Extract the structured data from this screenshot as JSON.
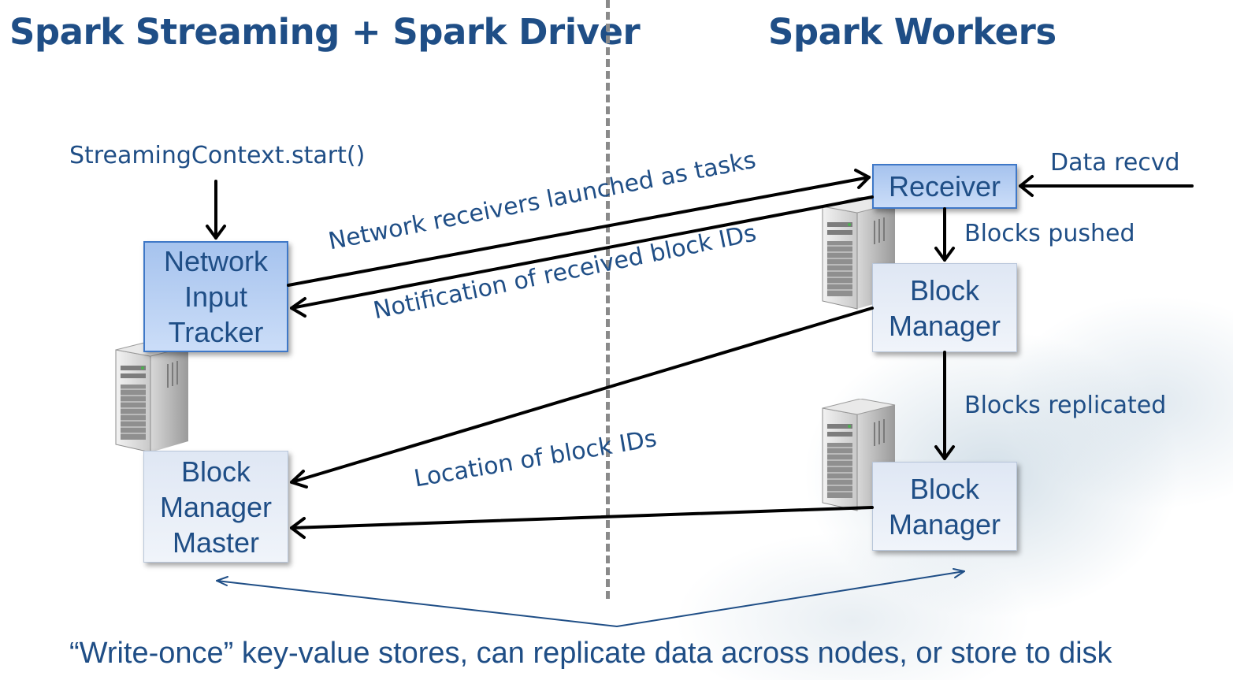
{
  "headings": {
    "left": "Spark Streaming + Spark Driver",
    "right": "Spark Workers"
  },
  "labels": {
    "start_call": "StreamingContext.start()",
    "launched": "Network receivers launched as tasks",
    "notification": "Notification of received block IDs",
    "data_recvd": "Data recvd",
    "blocks_pushed": "Blocks pushed",
    "blocks_replicated": "Blocks replicated",
    "location": "Location of block IDs"
  },
  "boxes": {
    "tracker": [
      "Network",
      "Input",
      "Tracker"
    ],
    "master": [
      "Block",
      "Manager",
      "Master"
    ],
    "receiver": [
      "Receiver"
    ],
    "block_manager_1": [
      "Block",
      "Manager"
    ],
    "block_manager_2": [
      "Block",
      "Manager"
    ]
  },
  "footer": "“Write-once” key-value stores, can replicate data across nodes, or store to disk",
  "colors": {
    "title": "#1f4e86",
    "dark_box_fill": "#b8d0f2",
    "dark_box_border": "#3f78c7",
    "light_box_fill": "#e8eef7",
    "arrow": "#000000",
    "footer_arrow": "#1f4e86",
    "divider": "#8a8a8a"
  }
}
